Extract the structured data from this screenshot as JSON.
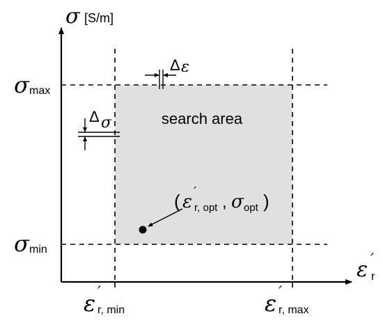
{
  "axes": {
    "y_symbol": "σ",
    "y_unit": "[S/m]",
    "x_symbol": "ε",
    "x_prime": "′",
    "x_sub": "r"
  },
  "labels": {
    "sigma_max_sym": "σ",
    "sigma_max_sub": "max",
    "sigma_min_sym": "σ",
    "sigma_min_sub": "min",
    "eps_min_sym": "ε",
    "eps_min_prime": "′",
    "eps_min_sub": "r, min",
    "eps_max_sym": "ε",
    "eps_max_prime": "′",
    "eps_max_sub": "r, max",
    "delta_eps_delta": "Δ",
    "delta_eps_sym": "ε",
    "delta_sigma_delta": "Δ",
    "delta_sigma_sym": "σ"
  },
  "region": {
    "label": "search area",
    "fill": "#e0e0e0"
  },
  "optimum": {
    "open": "(",
    "eps_sym": "ε",
    "eps_prime": "′",
    "eps_sub": "r, opt",
    "comma": ",",
    "sigma_sym": "σ",
    "sigma_sub": "opt",
    "close": ")"
  }
}
